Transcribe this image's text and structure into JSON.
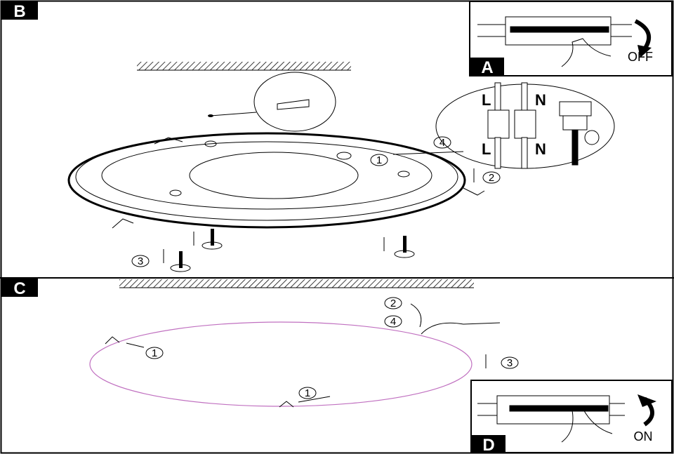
{
  "panels": {
    "b": {
      "label": "B"
    },
    "a": {
      "label": "A",
      "action": "OFF"
    },
    "c": {
      "label": "C"
    },
    "d": {
      "label": "D",
      "action": "ON"
    }
  },
  "wiring": {
    "top_left": "L",
    "top_right": "N",
    "bottom_left": "L",
    "bottom_right": "N"
  },
  "steps": {
    "s1": "1",
    "s2": "2",
    "s3": "3",
    "s4": "4"
  }
}
